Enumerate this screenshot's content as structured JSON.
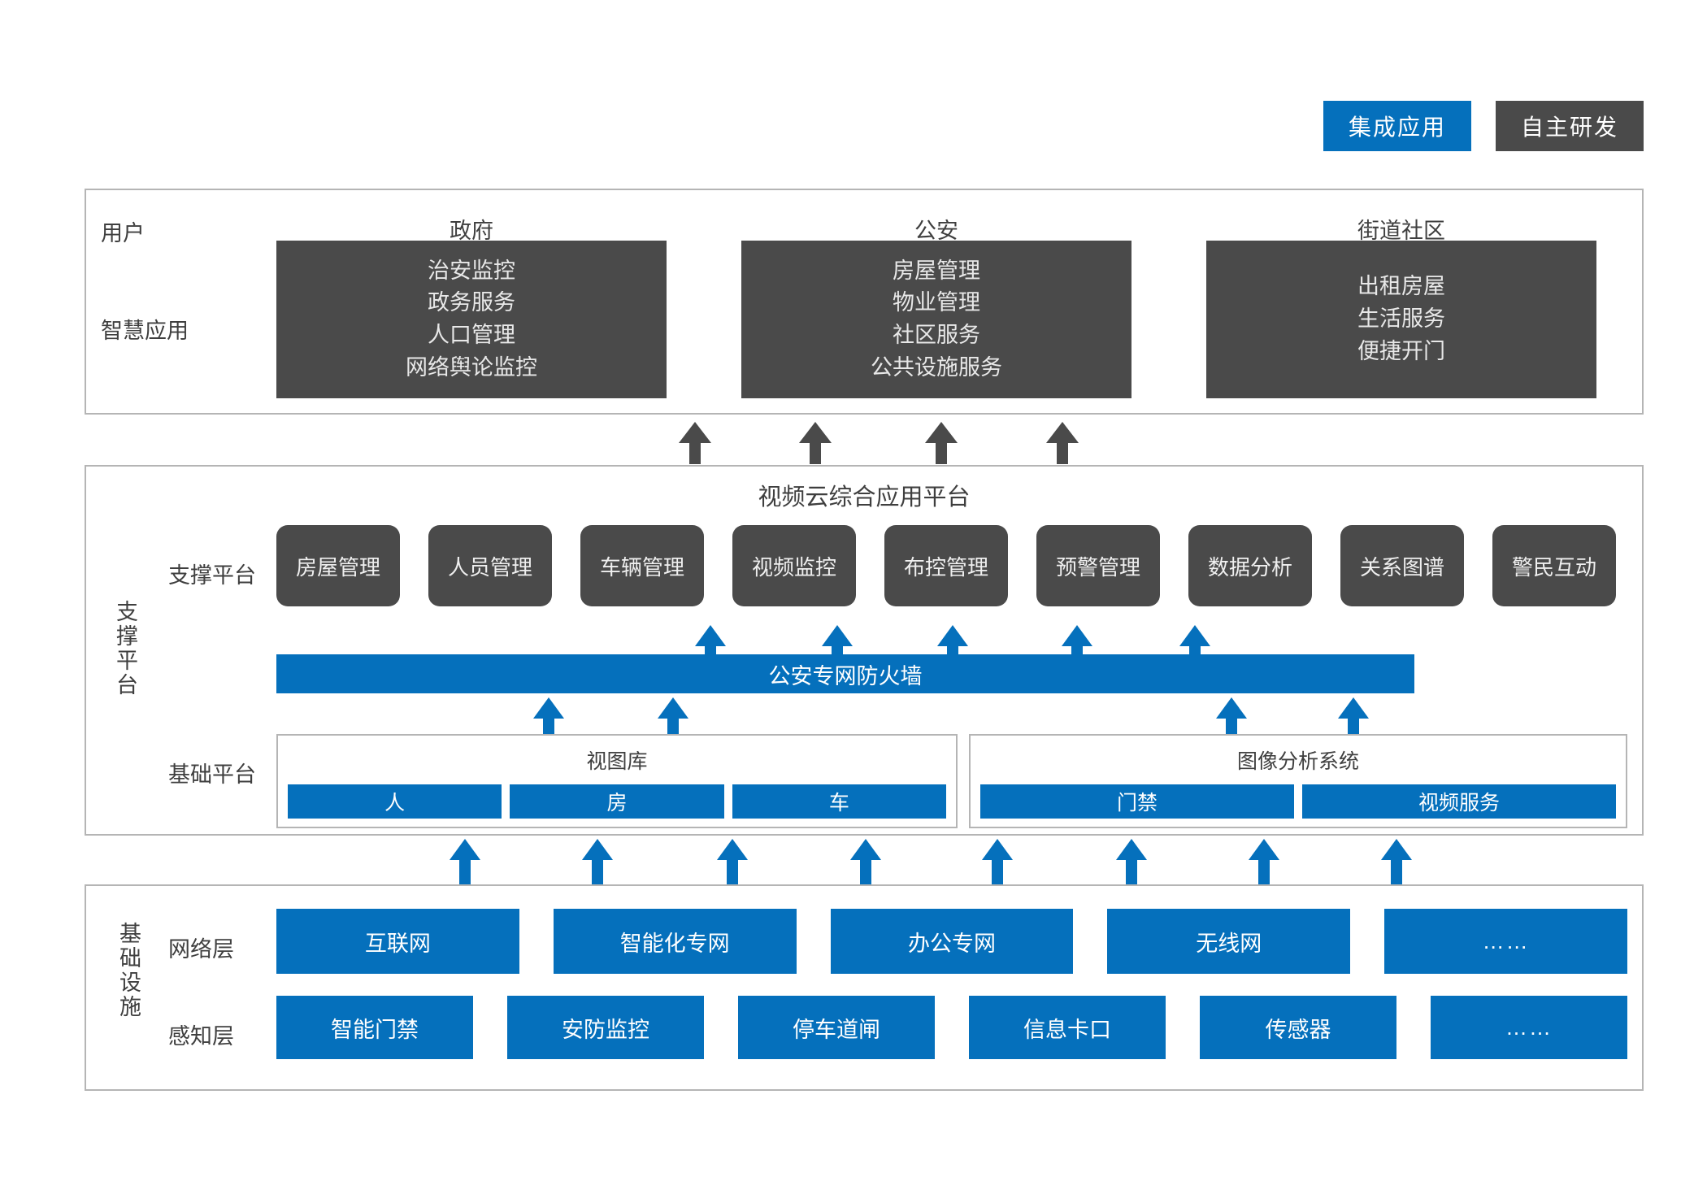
{
  "legend": {
    "items": [
      {
        "label": "集成应用",
        "color": "#0570BC"
      },
      {
        "label": "自主研发",
        "color": "#4a4a4a"
      }
    ]
  },
  "applications": {
    "row_labels": {
      "user": "用户",
      "smart_app": "智慧应用"
    },
    "columns": [
      {
        "title": "政府",
        "items": [
          "治安监控",
          "政务服务",
          "人口管理",
          "网络舆论监控"
        ]
      },
      {
        "title": "公安",
        "items": [
          "房屋管理",
          "物业管理",
          "社区服务",
          "公共设施服务"
        ]
      },
      {
        "title": "街道社区",
        "items": [
          "出租房屋",
          "生活服务",
          "便捷开门"
        ]
      }
    ]
  },
  "platform": {
    "title": "视频云综合应用平台",
    "side_label": "支撑平台",
    "support_row_label": "支撑平台",
    "base_row_label": "基础平台",
    "support_cards": [
      "房屋管理",
      "人员管理",
      "车辆管理",
      "视频监控",
      "布控管理",
      "预警管理",
      "数据分析",
      "关系图谱",
      "警民互动"
    ],
    "firewall": "公安专网防火墙",
    "base_groups": [
      {
        "title": "视图库",
        "items": [
          "人",
          "房",
          "车"
        ]
      },
      {
        "title": "图像分析系统",
        "items": [
          "门禁",
          "视频服务"
        ]
      }
    ]
  },
  "infrastructure": {
    "side_label": "基础设施",
    "rows": [
      {
        "label": "网络层",
        "items": [
          "互联网",
          "智能化专网",
          "办公专网",
          "无线网",
          "……"
        ]
      },
      {
        "label": "感知层",
        "items": [
          "智能门禁",
          "安防监控",
          "停车道闸",
          "信息卡口",
          "传感器",
          "……"
        ]
      }
    ]
  },
  "colors": {
    "blue": "#0570BC",
    "dark": "#4a4a4a",
    "border": "#b5b5b5",
    "text": "#3f3f3f"
  }
}
